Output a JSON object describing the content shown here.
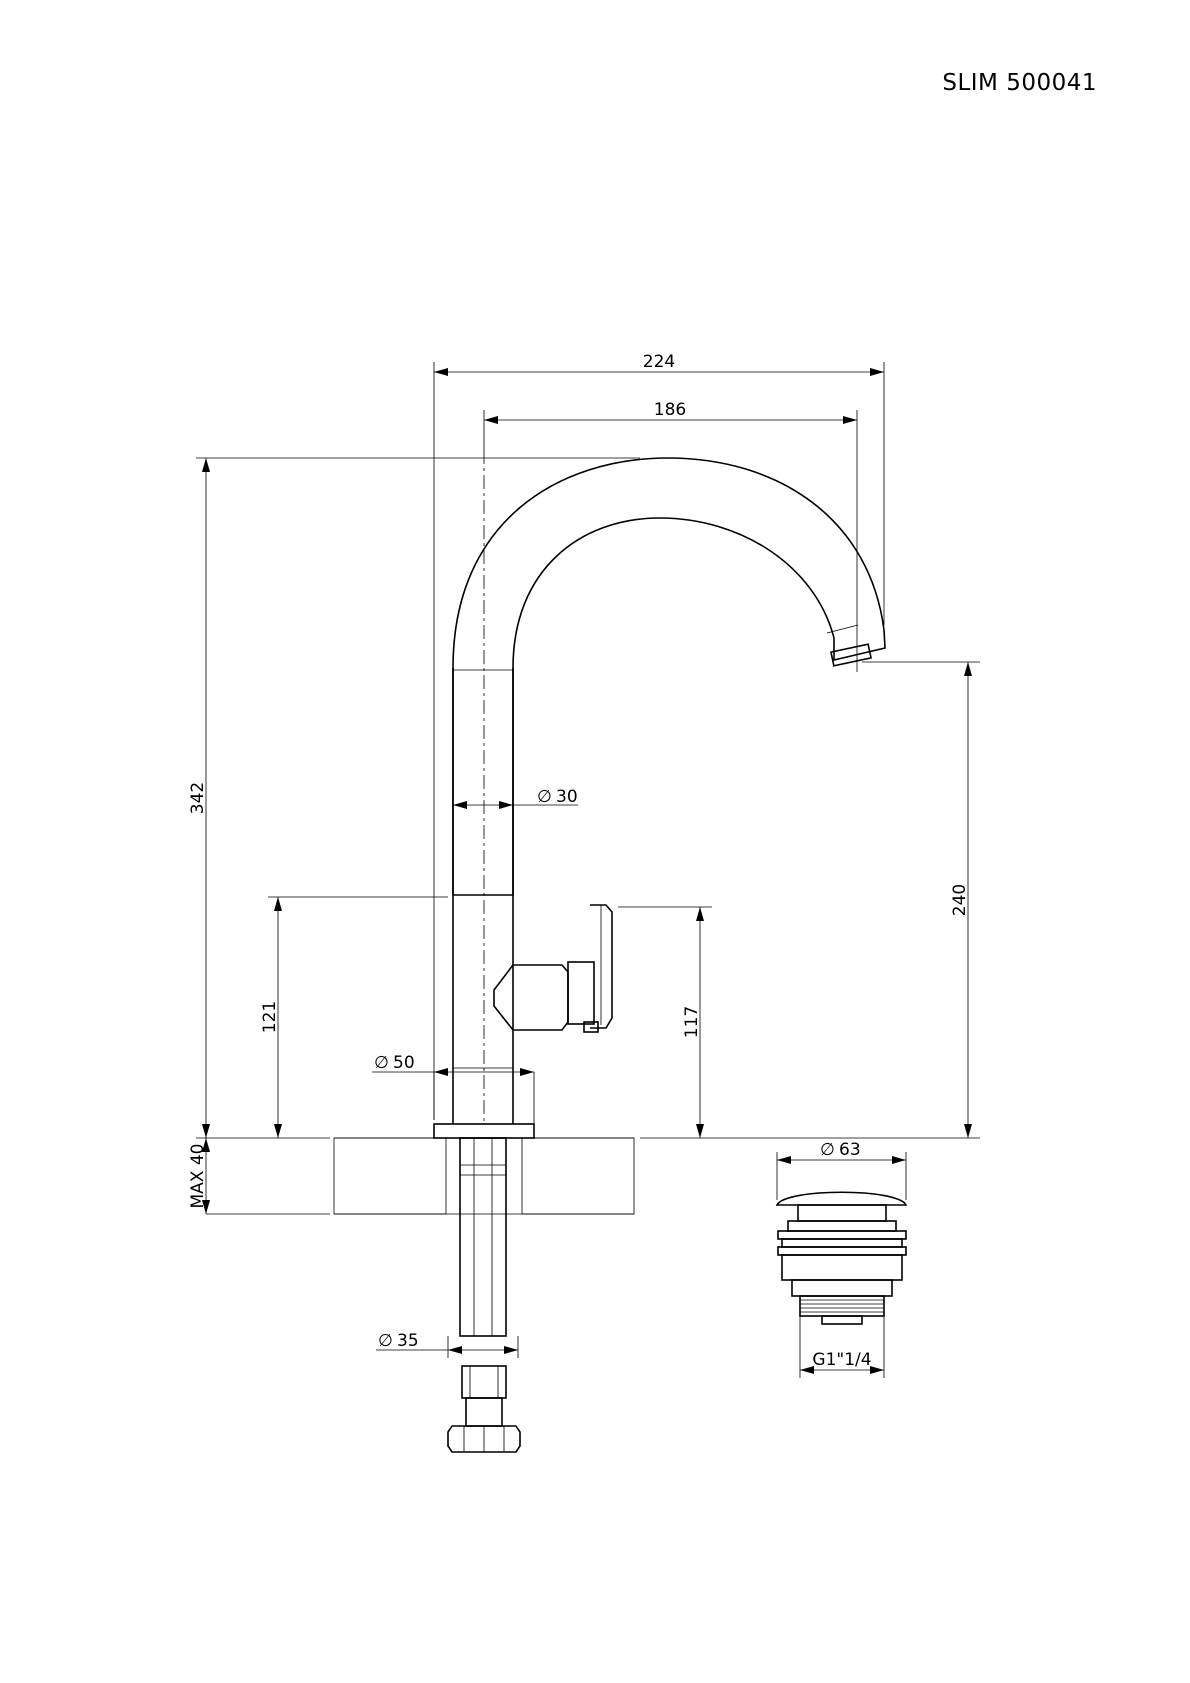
{
  "title": "SLIM 500041",
  "dimensions": {
    "total_width": "224",
    "spout_reach": "186",
    "total_height": "342",
    "spout_height": "240",
    "lever_height": "121",
    "lever_top_height": "117",
    "body_diameter": "30",
    "base_diameter": "50",
    "shank_diameter": "35",
    "max_deck_thickness": "MAX 40",
    "waste_diameter": "63",
    "waste_thread": "G1\"1/4"
  },
  "diameter_symbol": "∅"
}
